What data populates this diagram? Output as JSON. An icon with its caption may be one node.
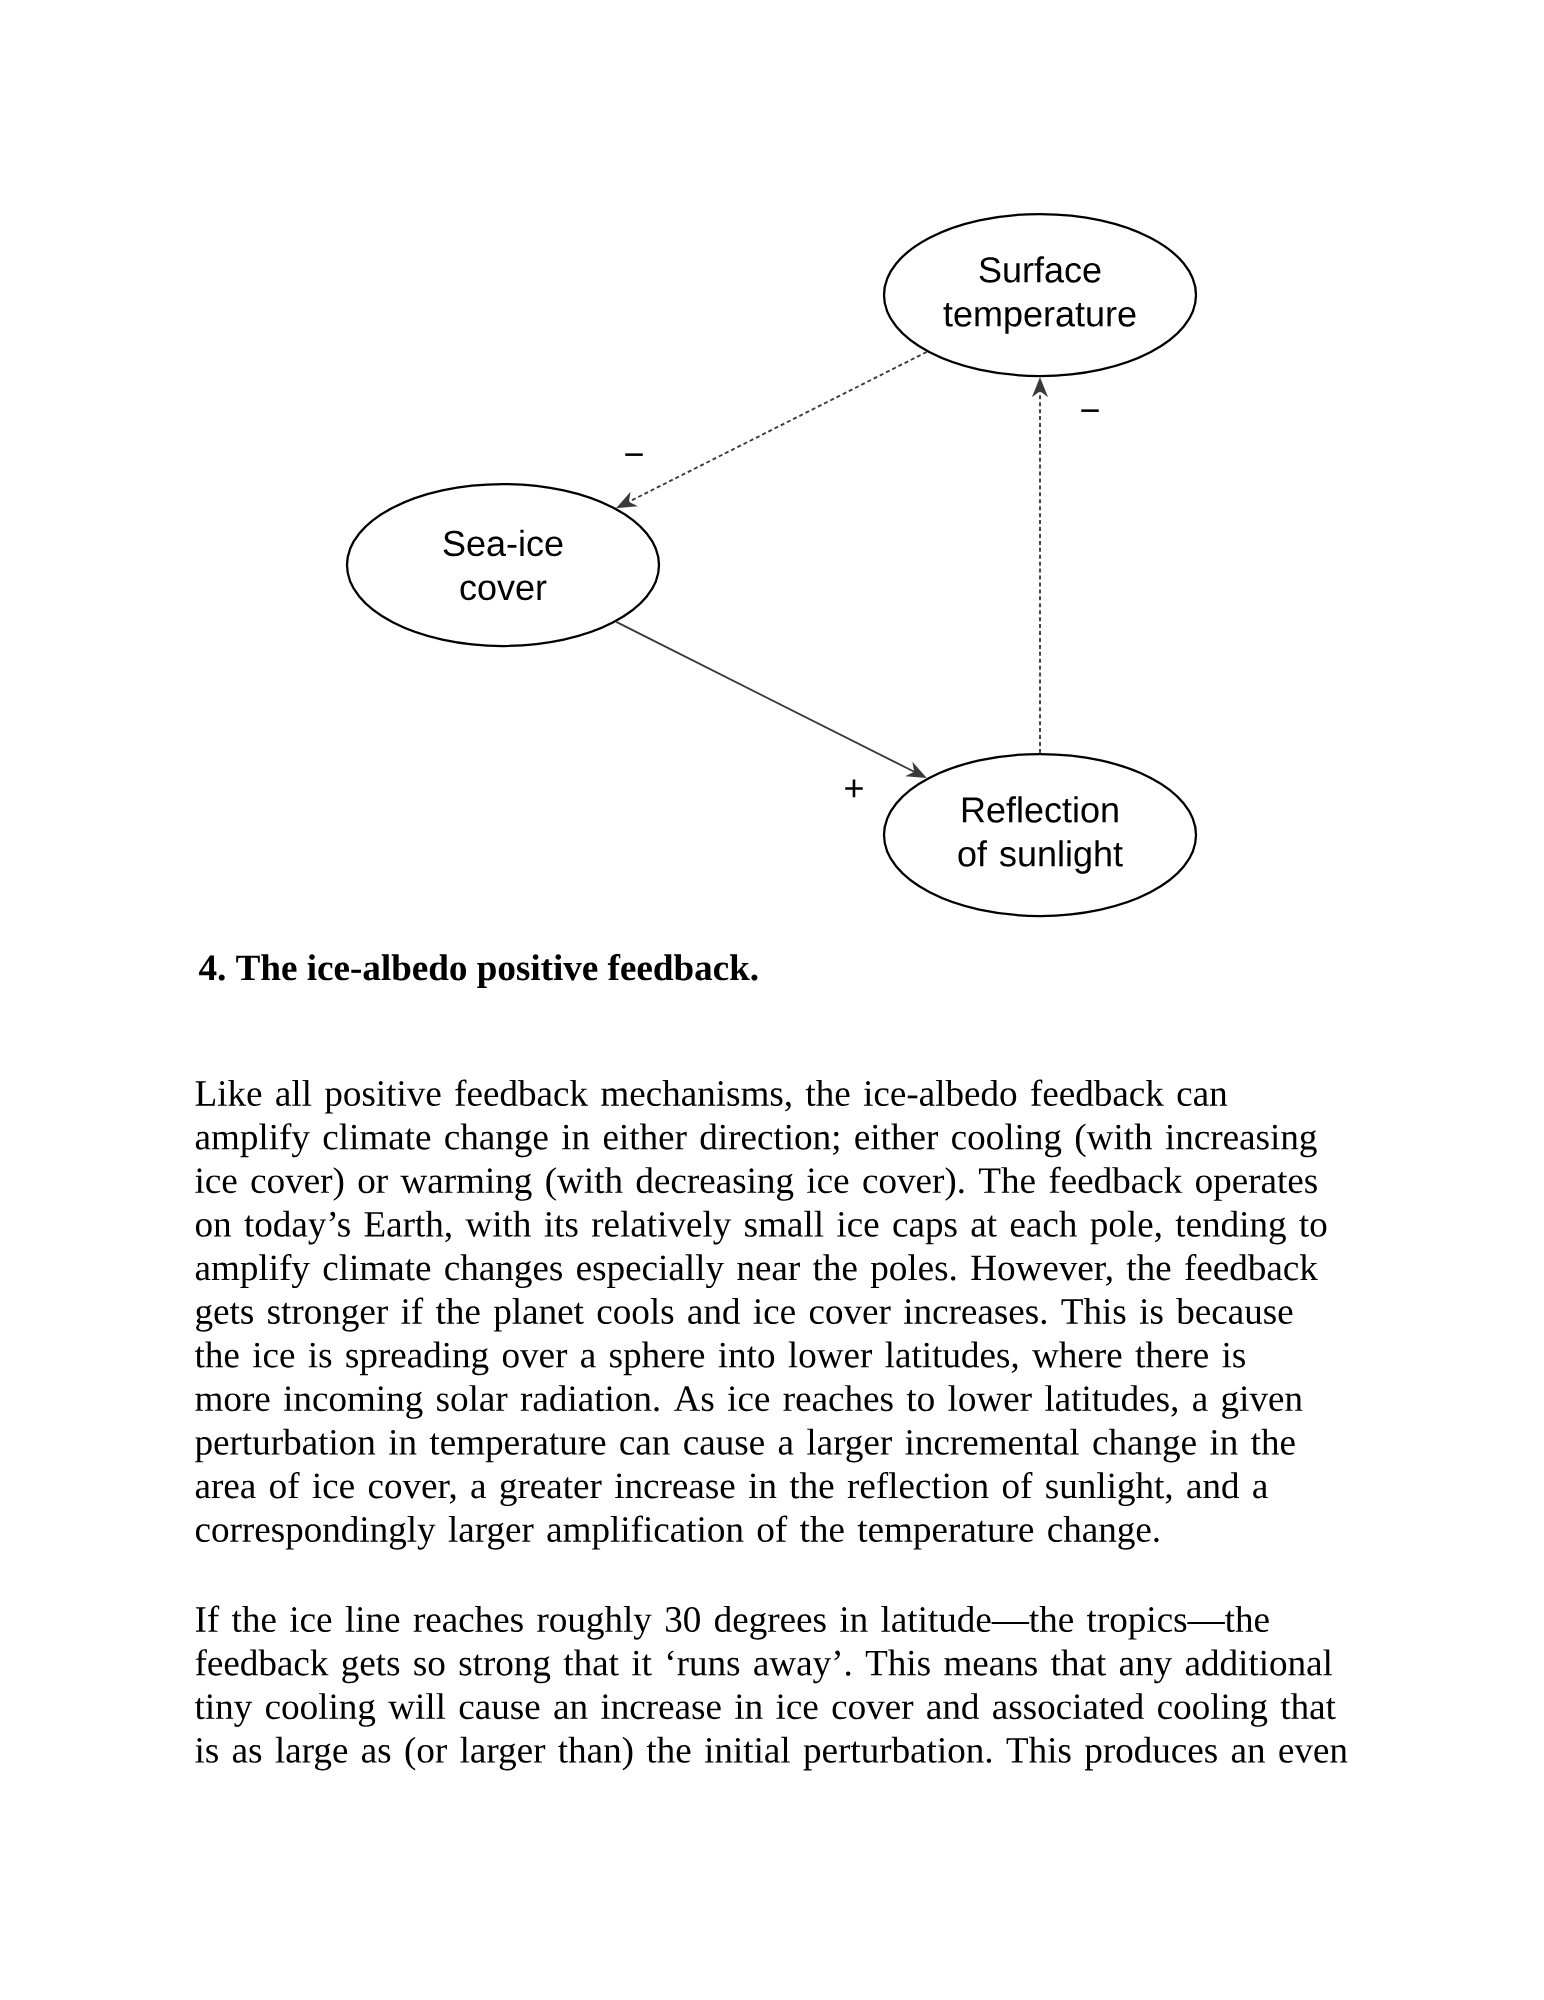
{
  "diagram": {
    "caption": "4. The ice-albedo positive feedback.",
    "nodes": [
      {
        "text": [
          "Surface temperature"
        ]
      },
      {
        "text": [
          "Sea-ice cover"
        ]
      },
      {
        "text": [
          "Reflection of sunlight"
        ]
      }
    ],
    "edges": [
      {
        "from": 0,
        "to": 1,
        "arrow": "to",
        "style": "dashed",
        "label": "−"
      },
      {
        "from": 1,
        "to": 2,
        "arrow": "to",
        "label": "+"
      },
      {
        "from": 2,
        "to": 0,
        "arrow": "to",
        "style": "dashed",
        "label": "−"
      }
    ],
    "labels": [
      "Like all positive feedback mechanisms, the ice-albedo feedback can amplify climate change in either direction; either cooling (with increasing ice cover) or warming (with decreasing ice cover). The feedback operates on today’s Earth, with its relatively small ice caps at each pole, tending to amplify climate changes especially near the poles. However, the feedback gets stronger if the planet cools and ice cover increases. This is because the ice is spreading over a sphere into lower latitudes, where there is more incoming solar radiation. As ice reaches to lower latitudes, a given perturbation in temperature can cause a larger incremental change in the area of ice cover, a greater increase in the reflection of sunlight, and a correspondingly larger amplification of the temperature change.",
      "If the ice line reaches roughly 30 degrees in latitude—the tropics—the feedback gets so strong that it ‘runs away’. This means that any additional tiny cooling will cause an increase in ice cover and associated cooling that is as large as (or larger than) the initial perturbation. This produces an even"
    ]
  }
}
